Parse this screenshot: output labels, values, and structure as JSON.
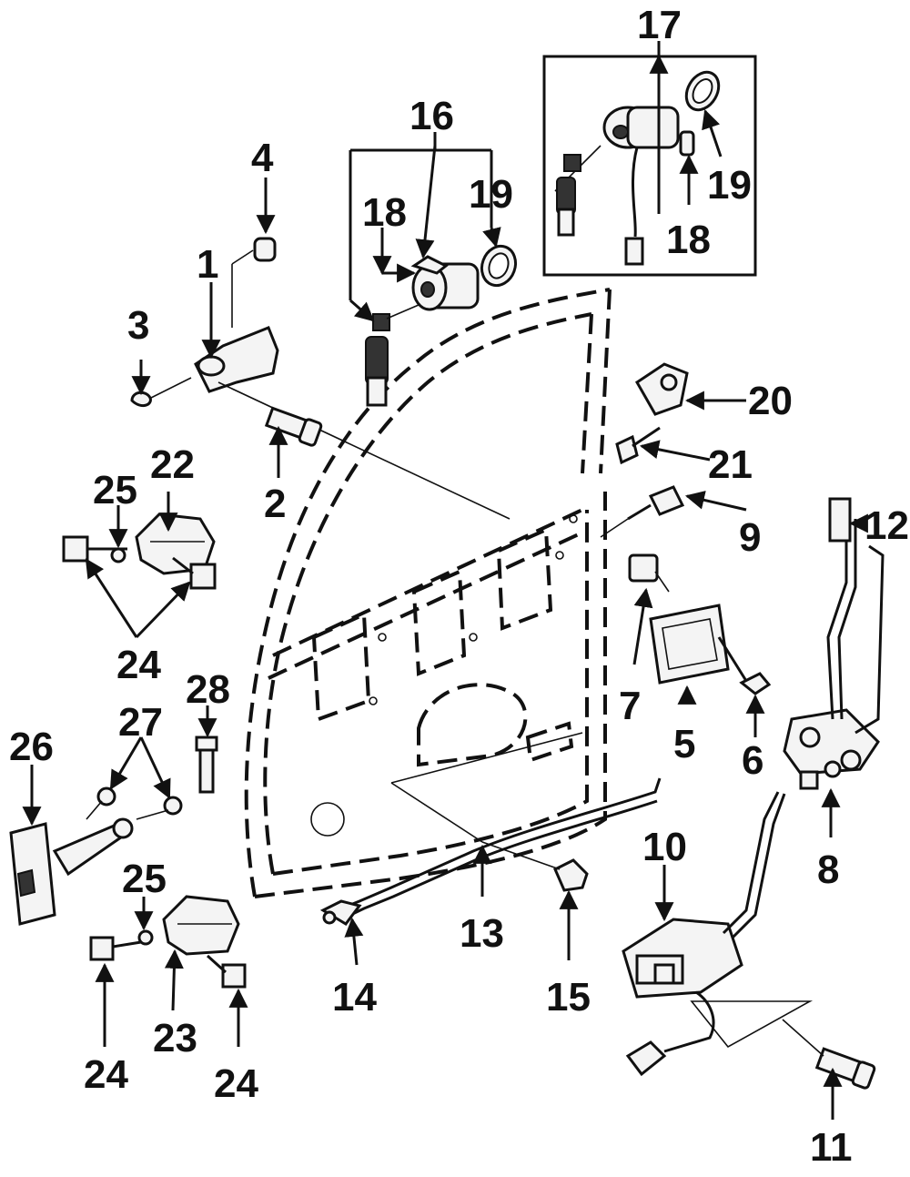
{
  "callouts": {
    "c1": "1",
    "c2": "2",
    "c3": "3",
    "c4": "4",
    "c5": "5",
    "c6": "6",
    "c7": "7",
    "c8": "8",
    "c9": "9",
    "c10": "10",
    "c11": "11",
    "c12": "12",
    "c13": "13",
    "c14": "14",
    "c15": "15",
    "c16": "16",
    "c17": "17",
    "c18a": "18",
    "c18b": "18",
    "c19a": "19",
    "c19b": "19",
    "c20": "20",
    "c21": "21",
    "c22": "22",
    "c23": "23",
    "c24a": "24",
    "c24b": "24",
    "c24c": "24",
    "c25a": "25",
    "c25b": "25",
    "c26": "26",
    "c27": "27",
    "c28": "28"
  }
}
